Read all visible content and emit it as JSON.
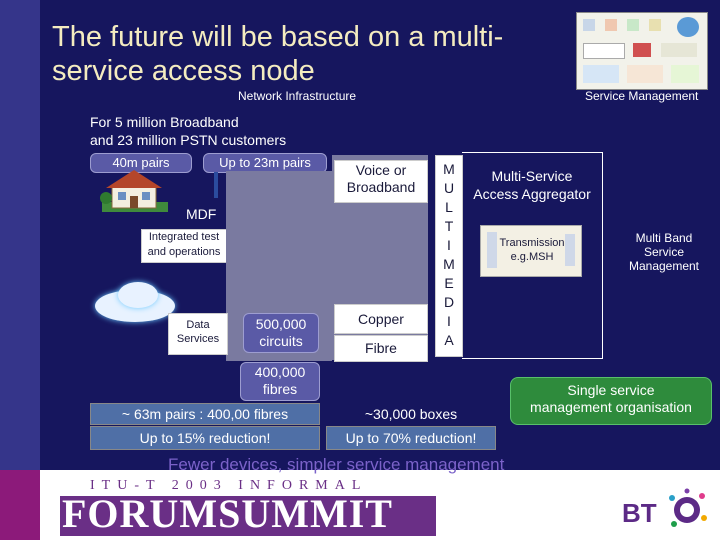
{
  "title": "The future will be based on a multi-service access node",
  "headers": {
    "network_infrastructure": "Network Infrastructure",
    "service_management": "Service Management"
  },
  "customers": {
    "line1": "For 5 million Broadband",
    "line2": "and 23 million PSTN customers"
  },
  "pills": {
    "pairs_40m": "40m pairs",
    "up_to_23m": "Up to 23m pairs"
  },
  "nodes": {
    "mdf": "MDF",
    "integrated_test_line1": "Integrated test",
    "integrated_test_line2": "and operations",
    "data_services_line1": "Data",
    "data_services_line2": "Services",
    "circuits_500k_line1": "500,000",
    "circuits_500k_line2": "circuits",
    "voice_broadband_line1": "Voice or",
    "voice_broadband_line2": "Broadband",
    "copper": "Copper",
    "fibre": "Fibre",
    "fibres_400k_line1": "400,000",
    "fibres_400k_line2": "fibres"
  },
  "multiplexer_letters": [
    "M",
    "U",
    "L",
    "T",
    "I",
    "M",
    "E",
    "D",
    "I",
    "A"
  ],
  "aggregator": {
    "line1": "Multi-Service",
    "line2": "Access Aggregator",
    "transmission_line1": "Transmission",
    "transmission_line2": "e.g.MSH"
  },
  "multiband": {
    "line1": "Multi Band",
    "line2": "Service",
    "line3": "Management"
  },
  "single_service": {
    "line1": "Single service",
    "line2": "management organisation"
  },
  "summary": {
    "pairs_fibres": "~ 63m pairs : 400,00 fibres",
    "reduction_15": "Up to 15% reduction!",
    "boxes_30k": "~30,000 boxes",
    "reduction_70": "Up to 70% reduction!"
  },
  "tagline": "Fewer devices, simpler service management",
  "logos": {
    "itu_line": "ITU-T 2003 INFORMAL",
    "forum": "FORUMSUMMIT",
    "bt": "BT"
  },
  "colors": {
    "background": "#16165e",
    "title": "#f4ecc0",
    "pill": "#5a5aa6",
    "summary_box": "#4f6fa6",
    "accent_green": "#2e8b3c",
    "forum_purple": "#6a2f86",
    "bt_purple": "#5c2a86"
  }
}
